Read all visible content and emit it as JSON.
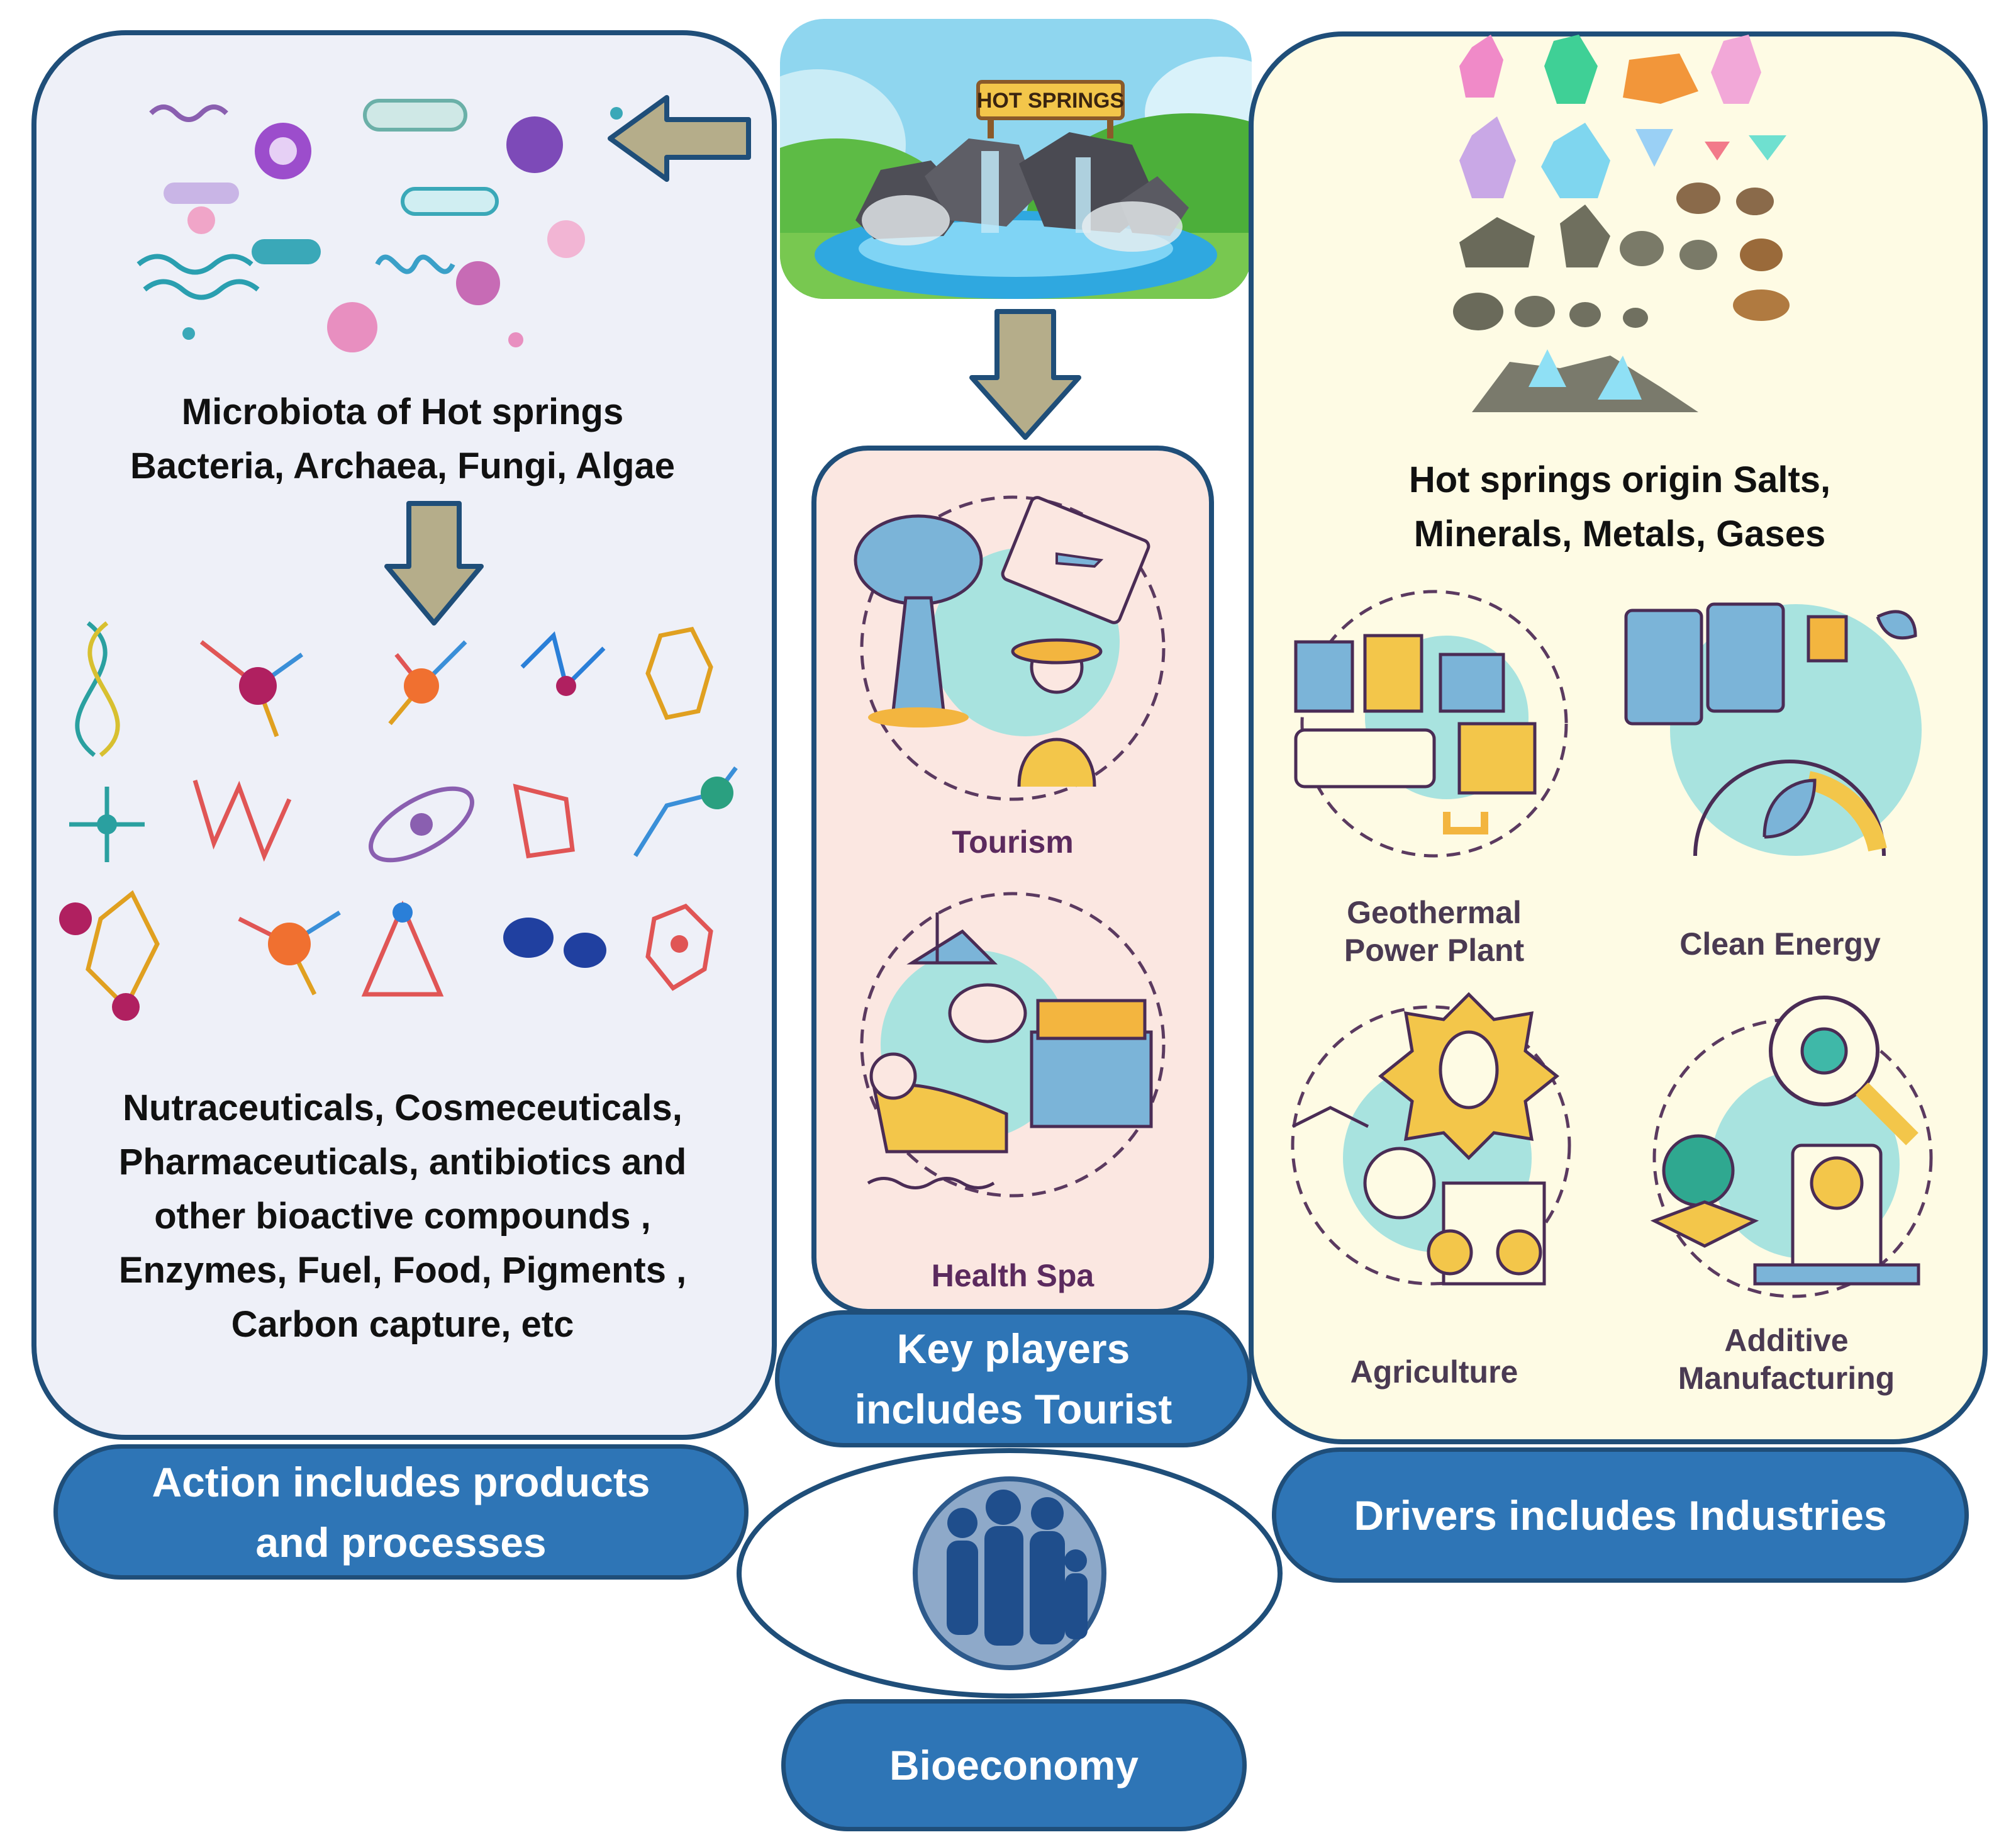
{
  "hot_springs_sign": "HOT SPRINGS",
  "left_panel": {
    "microbiota_title": "Microbiota of Hot springs",
    "microbiota_groups": "Bacteria, Archaea, Fungi, Algae",
    "products_lines": [
      "Nutraceuticals, Cosmeceuticals,",
      "Pharmaceuticals, antibiotics and",
      "other bioactive  compounds ,",
      "Enzymes, Fuel, Food, Pigments ,",
      "Carbon capture, etc"
    ],
    "pill_line1": "Action includes products",
    "pill_line2": "and processes"
  },
  "center_panel": {
    "tourism_label": "Tourism",
    "spa_label": "Health Spa",
    "pill_line1": "Key players",
    "pill_line2": "includes Tourist"
  },
  "right_panel": {
    "resources_line1": "Hot springs  origin Salts,",
    "resources_line2": "Minerals, Metals, Gases",
    "industries": {
      "geothermal_line1": "Geothermal",
      "geothermal_line2": "Power Plant",
      "clean_energy": "Clean Energy",
      "agriculture": "Agriculture",
      "additive_line1": "Additive",
      "additive_line2": "Manufacturing"
    },
    "pill_label": "Drivers includes Industries"
  },
  "bioeconomy_label": "Bioeconomy",
  "colors": {
    "panel_border": "#1f4e79",
    "pill_fill": "#2e75b6",
    "left_bg": "#eef0f8",
    "center_bg": "#fbe7e1",
    "right_bg": "#fefbe4",
    "arrow_fill": "#b5ad8a",
    "label_purple": "#5b2a5e"
  }
}
